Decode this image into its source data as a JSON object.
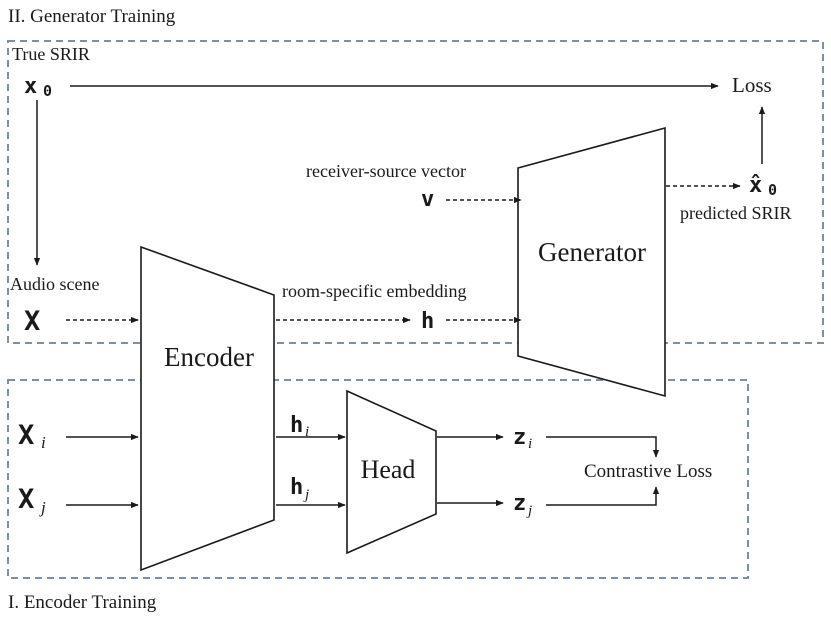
{
  "sections": {
    "generator_training": "II. Generator Training",
    "encoder_training": "I. Encoder  Training"
  },
  "labels": {
    "true_srir": "True SRIR",
    "x0": "x",
    "x0_sub": "0",
    "loss": "Loss",
    "receiver_source_vector": "receiver-source vector",
    "v": "v",
    "x0_hat": "x̂",
    "x0_hat_sub": "0",
    "predicted_srir": "predicted SRIR",
    "audio_scene": "Audio scene",
    "X": "X",
    "room_specific_embedding": "room-specific embedding",
    "h": "h",
    "Xi": "X",
    "Xi_sub": "i",
    "Xj": "X",
    "Xj_sub": "j",
    "hi": "h",
    "hi_sub": "i",
    "hj": "h",
    "hj_sub": "j",
    "zi": "z",
    "zi_sub": "i",
    "zj": "z",
    "zj_sub": "j",
    "contrastive_loss": "Contrastive Loss"
  },
  "blocks": {
    "encoder": "Encoder",
    "generator": "Generator",
    "head": "Head"
  }
}
